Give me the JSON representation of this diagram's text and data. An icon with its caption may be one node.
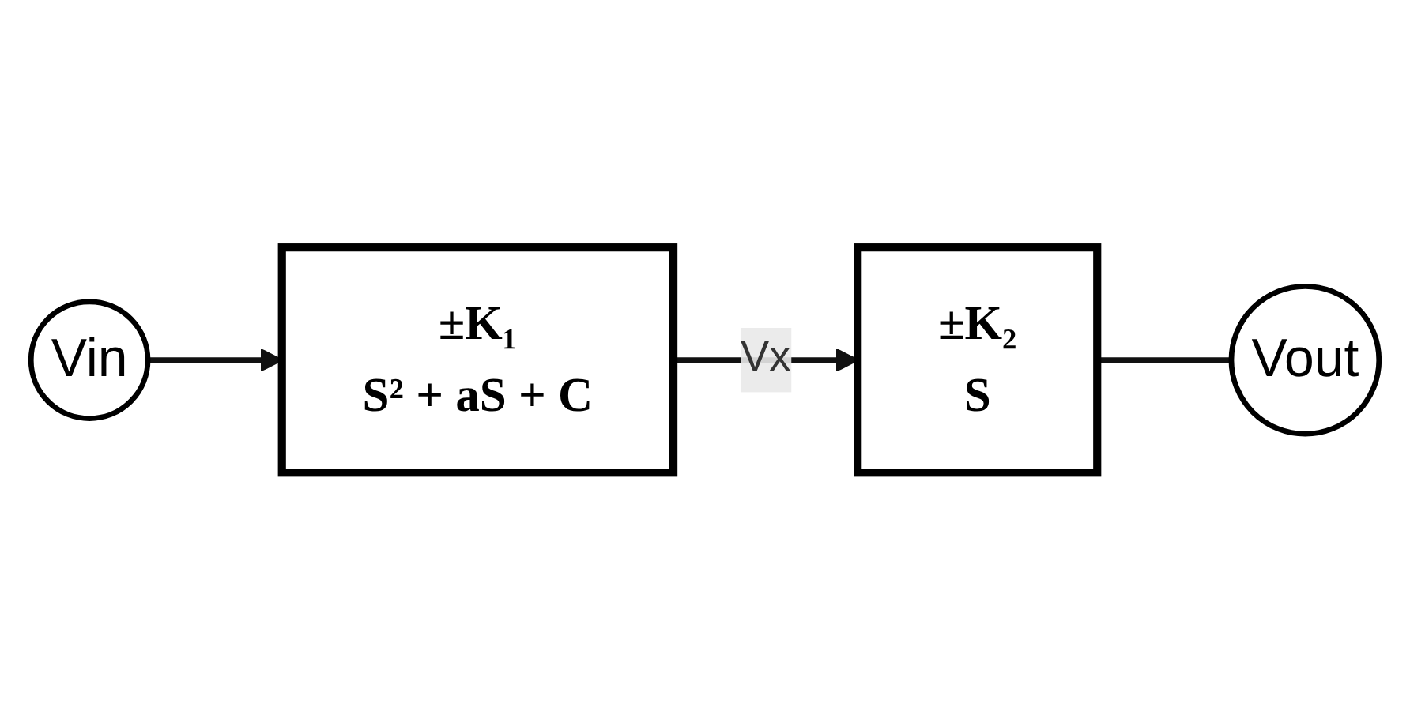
{
  "diagram": {
    "nodes": [
      {
        "text": [
          "Vin"
        ]
      },
      {
        "text": [
          "Vout"
        ]
      },
      {
        "text": [
          "±K₁",
          "S² + aS + C"
        ]
      },
      {
        "text": [
          "±K₂",
          "S"
        ]
      }
    ],
    "edges": [
      {
        "from": 0,
        "to": 2,
        "arrow": "to"
      },
      {
        "from": 2,
        "to": 3,
        "arrow": "to",
        "label": "Vx"
      },
      {
        "from": 3,
        "to": 1,
        "arrow": "none"
      }
    ]
  }
}
